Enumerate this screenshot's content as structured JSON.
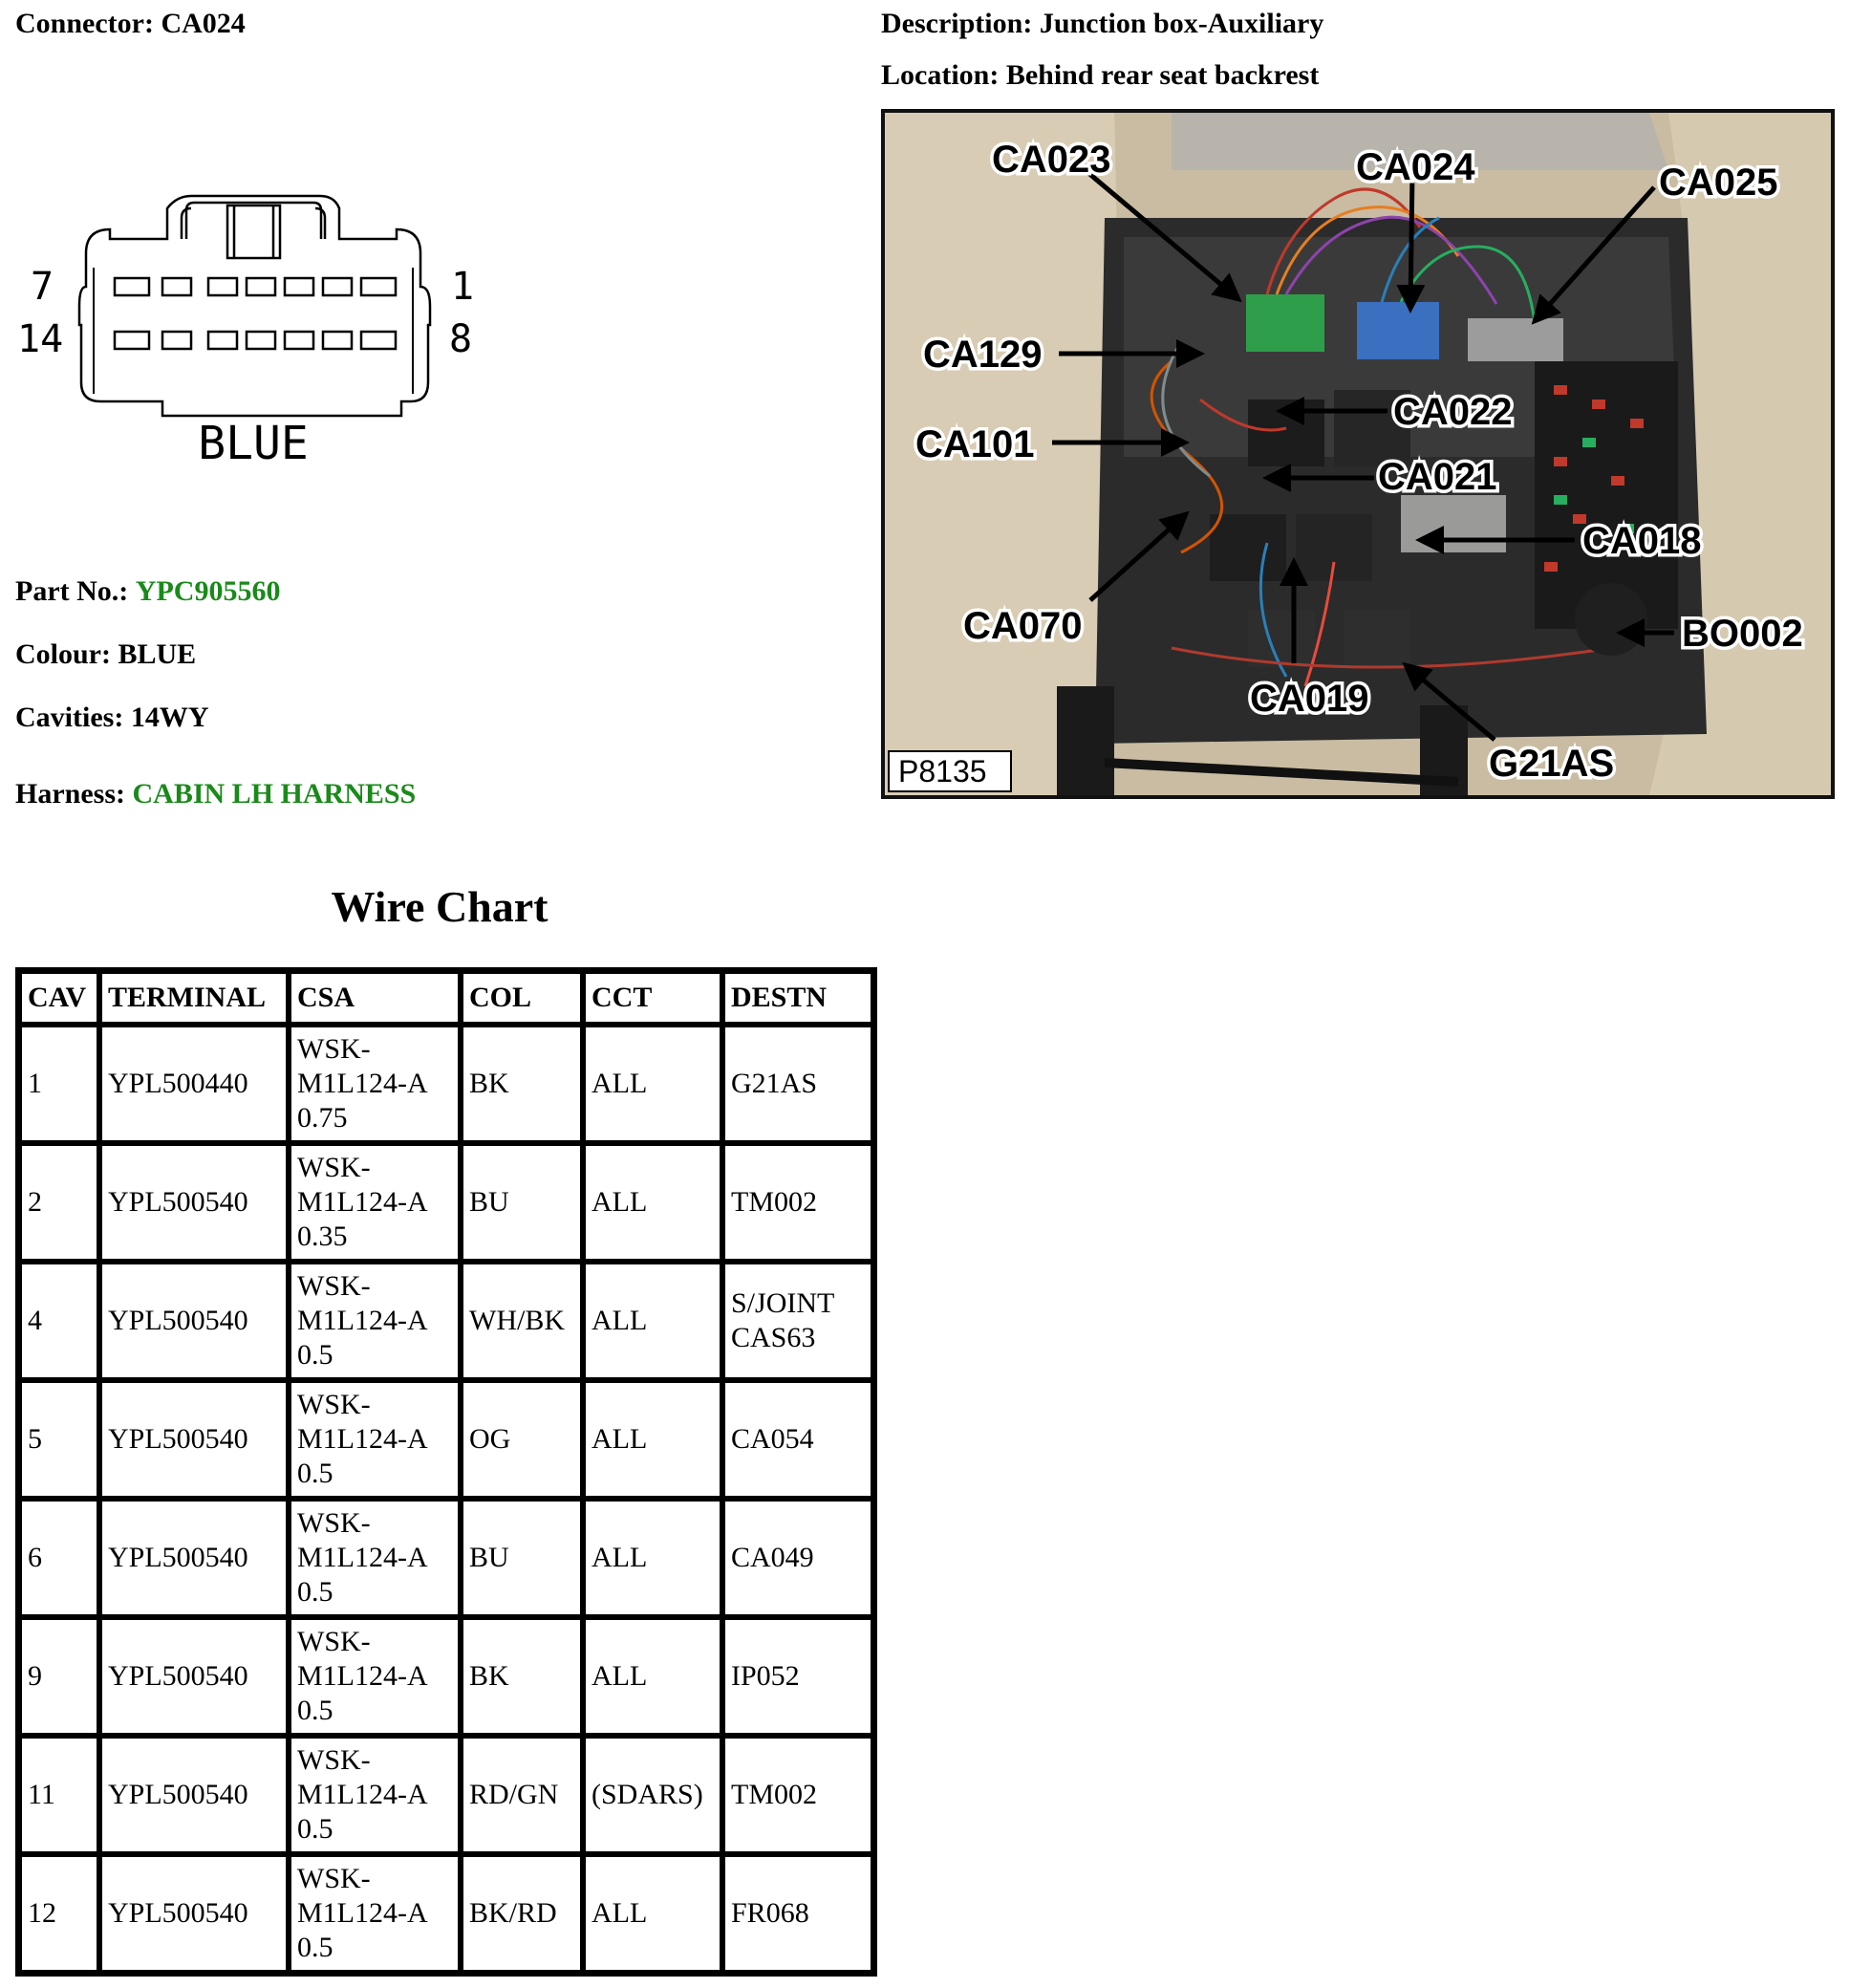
{
  "connector": {
    "label": "Connector:",
    "value": "CA024"
  },
  "description": {
    "label": "Description:",
    "value": "Junction box-Auxiliary"
  },
  "location": {
    "label": "Location:",
    "value": "Behind rear seat backrest"
  },
  "diagram": {
    "pin_top_left": "7",
    "pin_top_right": "1",
    "pin_bottom_left": "14",
    "pin_bottom_right": "8",
    "colour_caption": "BLUE"
  },
  "part_no": {
    "label": "Part No.:",
    "value": "YPC905560"
  },
  "colour": {
    "label": "Colour:",
    "value": "BLUE"
  },
  "cavities": {
    "label": "Cavities:",
    "value": "14WY"
  },
  "harness": {
    "label": "Harness:",
    "value": "CABIN LH HARNESS"
  },
  "photo": {
    "ref": "P8135",
    "callouts": [
      "CA023",
      "CA024",
      "CA025",
      "CA129",
      "CA022",
      "CA101",
      "CA021",
      "CA018",
      "CA070",
      "BO002",
      "CA019",
      "G21AS"
    ]
  },
  "wire_chart": {
    "title": "Wire Chart",
    "headers": [
      "CAV",
      "TERMINAL",
      "CSA",
      "COL",
      "CCT",
      "DESTN"
    ],
    "rows": [
      {
        "cav": "1",
        "terminal": "YPL500440",
        "csa": [
          "WSK-",
          "M1L124-A",
          "0.75"
        ],
        "col": "BK",
        "cct": "ALL",
        "destn": [
          "G21AS"
        ]
      },
      {
        "cav": "2",
        "terminal": "YPL500540",
        "csa": [
          "WSK-",
          "M1L124-A",
          "0.35"
        ],
        "col": "BU",
        "cct": "ALL",
        "destn": [
          "TM002"
        ]
      },
      {
        "cav": "4",
        "terminal": "YPL500540",
        "csa": [
          "WSK-",
          "M1L124-A",
          "0.5"
        ],
        "col": "WH/BK",
        "cct": "ALL",
        "destn": [
          "S/JOINT",
          "CAS63"
        ]
      },
      {
        "cav": "5",
        "terminal": "YPL500540",
        "csa": [
          "WSK-",
          "M1L124-A",
          "0.5"
        ],
        "col": "OG",
        "cct": "ALL",
        "destn": [
          "CA054"
        ]
      },
      {
        "cav": "6",
        "terminal": "YPL500540",
        "csa": [
          "WSK-",
          "M1L124-A",
          "0.5"
        ],
        "col": "BU",
        "cct": "ALL",
        "destn": [
          "CA049"
        ]
      },
      {
        "cav": "9",
        "terminal": "YPL500540",
        "csa": [
          "WSK-",
          "M1L124-A",
          "0.5"
        ],
        "col": "BK",
        "cct": "ALL",
        "destn": [
          "IP052"
        ]
      },
      {
        "cav": "11",
        "terminal": "YPL500540",
        "csa": [
          "WSK-",
          "M1L124-A",
          "0.5"
        ],
        "col": "RD/GN",
        "cct": "(SDARS)",
        "destn": [
          "TM002"
        ]
      },
      {
        "cav": "12",
        "terminal": "YPL500540",
        "csa": [
          "WSK-",
          "M1L124-A",
          "0.5"
        ],
        "col": "BK/RD",
        "cct": "ALL",
        "destn": [
          "FR068"
        ]
      }
    ]
  }
}
